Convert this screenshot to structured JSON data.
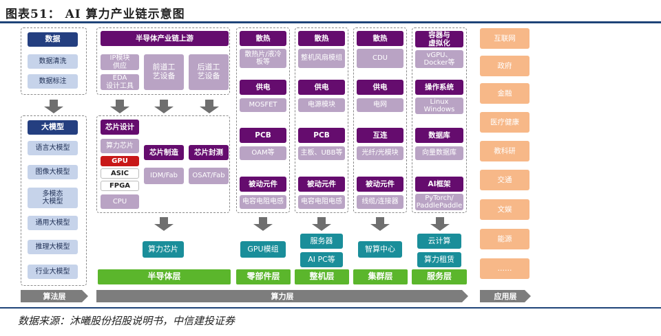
{
  "title": "图表51：  AI 算力产业链示意图",
  "source": "数据来源：沐曦股份招股说明书，中信建投证券",
  "algo": {
    "group1": [
      "数据",
      "数据清洗",
      "数据标注"
    ],
    "group2_header": "大模型",
    "group2": [
      "语言大模型",
      "图像大模型",
      "多模态\n大模型",
      "通用大模型",
      "推理大模型",
      "行业大模型"
    ]
  },
  "semi": {
    "upstream_header": "半导体产业链上游",
    "upstream": [
      "IP模块\n供应",
      "EDA\n设计工具",
      "前道工\n艺设备",
      "后道工\n艺设备"
    ],
    "chip_design": "芯片设计",
    "compute_chip": "算力芯片",
    "chips": [
      "GPU",
      "ASIC",
      "FPGA",
      "CPU"
    ],
    "chip_mfg": "芯片制造",
    "chip_mfg_sub": "IDM/Fab",
    "chip_pkg": "芯片封测",
    "chip_pkg_sub": "OSAT/Fab",
    "output": "算力芯片",
    "layer": "半导体层"
  },
  "columns": [
    {
      "rows": [
        [
          "散热",
          "散热片/液冷\n板等"
        ],
        [
          "供电",
          "MOSFET"
        ],
        [
          "PCB",
          "OAM等"
        ],
        [
          "被动元件",
          "电容电阻电感"
        ]
      ],
      "outputs": [
        "GPU模组"
      ],
      "layer": "零部件层"
    },
    {
      "rows": [
        [
          "散热",
          "整机风扇模组"
        ],
        [
          "供电",
          "电源模块"
        ],
        [
          "PCB",
          "主板、UBB等"
        ],
        [
          "被动元件",
          "电容电阻电感"
        ]
      ],
      "outputs": [
        "服务器",
        "AI PC等"
      ],
      "layer": "整机层"
    },
    {
      "rows": [
        [
          "散热",
          "CDU"
        ],
        [
          "供电",
          "电网"
        ],
        [
          "互连",
          "光纤/光模块"
        ],
        [
          "被动元件",
          "线缆/连接器"
        ]
      ],
      "outputs": [
        "智算中心"
      ],
      "layer": "集群层"
    },
    {
      "rows": [
        [
          "容器与\n虚拟化",
          "vGPU、\nDocker等"
        ],
        [
          "操作系统",
          "Linux\nWindows"
        ],
        [
          "数据库",
          "向量数据库"
        ],
        [
          "AI框架",
          "PyTorch/\nPaddlePaddle"
        ]
      ],
      "outputs": [
        "云计算",
        "算力租赁"
      ],
      "layer": "服务层"
    }
  ],
  "apps": [
    "互联网",
    "政府",
    "金融",
    "医疗健康",
    "教科研",
    "交通",
    "文娱",
    "能源",
    "……"
  ],
  "bands": {
    "algo": "算法层",
    "compute": "算力层",
    "app": "应用层"
  },
  "colors": {
    "navy": "#243f80",
    "light_blue": "#c6d3ea",
    "purple": "#650c6e",
    "lilac": "#b9a3c4",
    "red": "#c81818",
    "teal": "#1a8e9a",
    "green": "#5bb62c",
    "orange": "#f7b888",
    "band_gray": "#7d7d7d",
    "title_rule": "#1e4378"
  }
}
